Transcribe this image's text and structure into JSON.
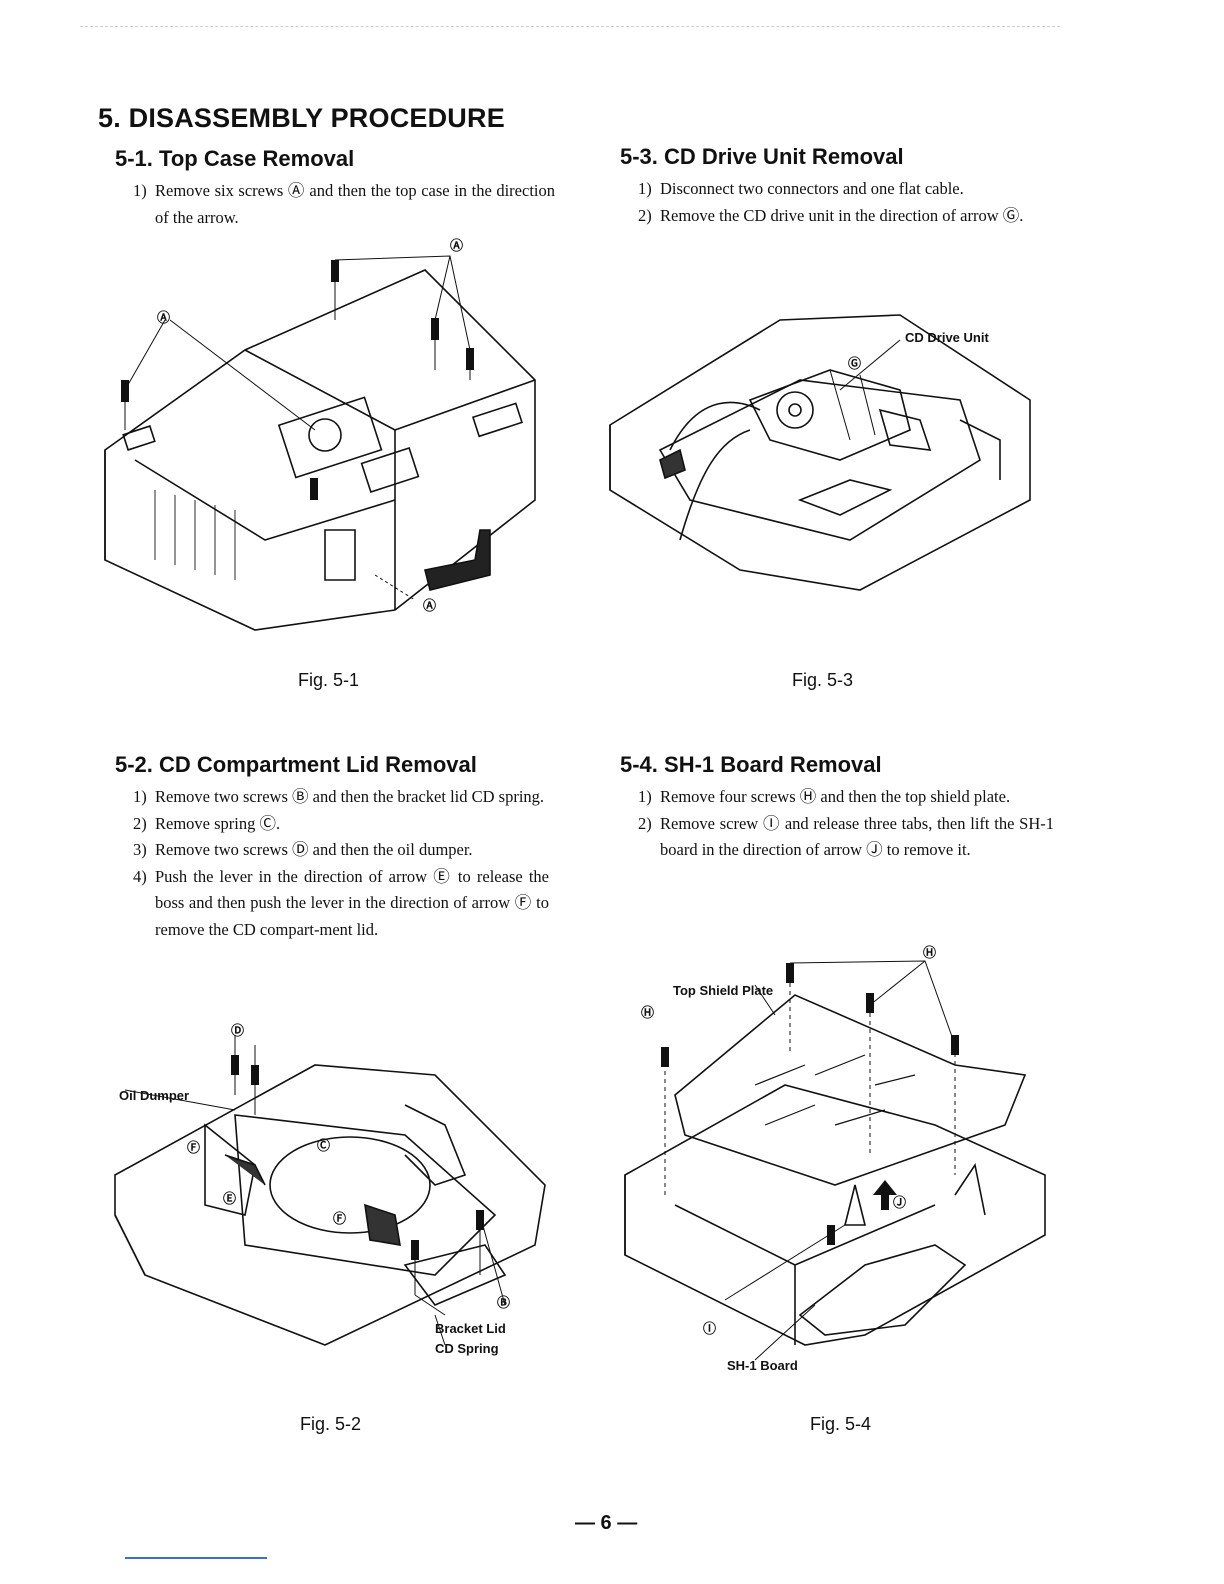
{
  "title": "5. DISASSEMBLY PROCEDURE",
  "sections": [
    {
      "heading": "5-1. Top Case Removal",
      "steps": [
        {
          "num": "1)",
          "text": "Remove six screws Ⓐ and then the top case in the direction of the arrow."
        }
      ],
      "figure": {
        "caption": "Fig. 5-1",
        "callouts": [
          "Ⓐ",
          "Ⓐ",
          "Ⓐ"
        ]
      }
    },
    {
      "heading": "5-2. CD Compartment Lid Removal",
      "steps": [
        {
          "num": "1)",
          "text": "Remove two screws Ⓑ and then the bracket lid CD spring."
        },
        {
          "num": "2)",
          "text": "Remove spring Ⓒ."
        },
        {
          "num": "3)",
          "text": "Remove two screws Ⓓ and then the oil dumper."
        },
        {
          "num": "4)",
          "text": "Push the lever in the direction of arrow Ⓔ to release the boss and then push the lever in the direction of arrow Ⓕ to remove the CD compart-ment lid."
        }
      ],
      "figure": {
        "caption": "Fig. 5-2",
        "callouts": [
          "Ⓓ",
          "Ⓕ",
          "Ⓒ",
          "Ⓔ",
          "Ⓕ",
          "Ⓑ"
        ],
        "labels": {
          "oil_dumper": "Oil Dumper",
          "bracket_lid": "Bracket Lid",
          "cd_spring": "CD Spring"
        }
      }
    },
    {
      "heading": "5-3. CD Drive Unit Removal",
      "steps": [
        {
          "num": "1)",
          "text": "Disconnect two connectors and one flat cable."
        },
        {
          "num": "2)",
          "text": "Remove the CD drive unit in the direction of arrow Ⓖ."
        }
      ],
      "figure": {
        "caption": "Fig. 5-3",
        "callouts": [
          "Ⓖ"
        ],
        "labels": {
          "cd_drive_unit": "CD Drive Unit"
        }
      }
    },
    {
      "heading": "5-4. SH-1 Board Removal",
      "steps": [
        {
          "num": "1)",
          "text": "Remove four screws Ⓗ and then the top shield plate."
        },
        {
          "num": "2)",
          "text": "Remove screw Ⓘ and release three tabs, then lift the SH-1 board in the direction of arrow Ⓙ to remove it."
        }
      ],
      "figure": {
        "caption": "Fig. 5-4",
        "callouts": [
          "Ⓗ",
          "Ⓗ",
          "Ⓘ",
          "Ⓙ"
        ],
        "labels": {
          "top_shield_plate": "Top Shield Plate",
          "sh1_board": "SH-1 Board"
        }
      }
    }
  ],
  "page_number": "— 6 —"
}
